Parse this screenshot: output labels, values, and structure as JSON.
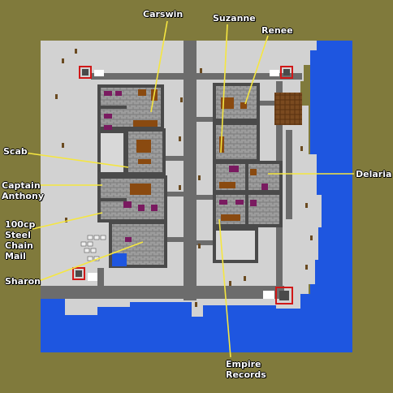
{
  "labels": {
    "carswin": "Carswin",
    "suzanne": "Suzanne",
    "renee": "Renee",
    "scab": "Scab",
    "captain_anthony": "Captain\nAnthony",
    "delaria": "Delaria",
    "steel_chain_mail": "100cp\nSteel\nChain\nMail",
    "sharon": "Sharon",
    "empire_records": "Empire\nRecords"
  },
  "colors": {
    "border": "#807a3c",
    "water": "#1e56e0",
    "ground": "#d2d2d2",
    "road": "#6c6c6c",
    "wall": "#4a4a4a",
    "floor": "#9a9a9a",
    "furniture": "#8a4a10",
    "rug": "#7a1a60",
    "label": "#ffffff",
    "leader": "#f5e640",
    "portal": "#d01818"
  }
}
